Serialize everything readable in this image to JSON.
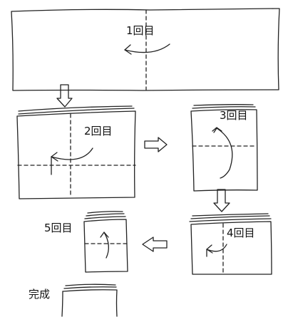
{
  "steps": {
    "fold1": "1回目",
    "fold2": "2回目",
    "fold3": "3回目",
    "fold4": "4回目",
    "fold5": "5回目",
    "done": "完成"
  }
}
